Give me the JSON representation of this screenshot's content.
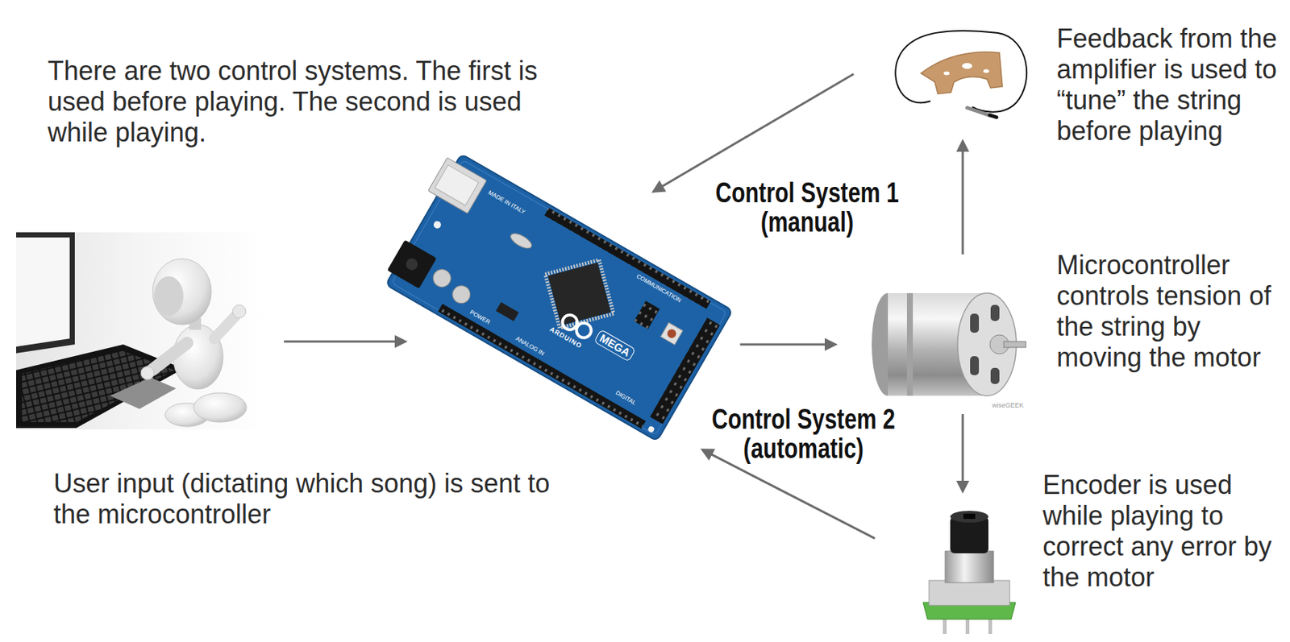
{
  "diagram": {
    "nodes": [
      {
        "text": [
          "User input (dictating which song) is sent to the microcontroller"
        ]
      },
      {
        "text": [
          "ARDUINO",
          "MEGA"
        ]
      },
      {
        "text": [
          "Feedback from the amplifier is used to “tune” the string before playing"
        ]
      },
      {
        "text": [
          "Microcontroller controls tension of the string by moving the motor"
        ]
      },
      {
        "text": [
          "Encoder is used while playing to correct any error by the motor"
        ]
      }
    ],
    "edges": [
      {
        "from": 0,
        "to": 1,
        "arrow": "to"
      },
      {
        "from": 1,
        "to": 3,
        "arrow": "to"
      },
      {
        "from": 3,
        "to": 2,
        "arrow": "to"
      },
      {
        "from": 2,
        "to": 1,
        "arrow": "to"
      },
      {
        "from": 3,
        "to": 4,
        "arrow": "to"
      },
      {
        "from": 4,
        "to": 1,
        "arrow": "to"
      }
    ],
    "labels": [
      "There are two control systems. The first is used before playing. The second is used while playing.",
      "Control System 1 (manual)",
      "Control System 2 (automatic)",
      "MADE IN ITALY",
      "COMMUNICATION",
      "POWER",
      "ANALOG IN",
      "DIGITAL",
      "wiseGEEK"
    ]
  }
}
